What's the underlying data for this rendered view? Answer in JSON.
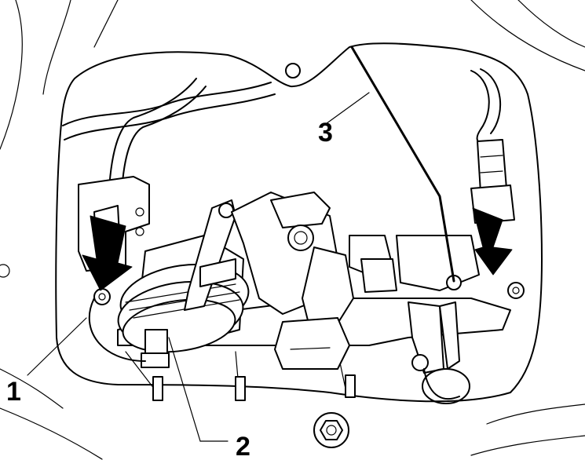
{
  "callouts": [
    {
      "id": "1",
      "label": "1"
    },
    {
      "id": "2",
      "label": "2"
    },
    {
      "id": "3",
      "label": "3"
    }
  ],
  "colors": {
    "ink": "#000000",
    "paper": "#ffffff"
  },
  "icons": {
    "direction_arrow": "down-arrow-icon"
  }
}
